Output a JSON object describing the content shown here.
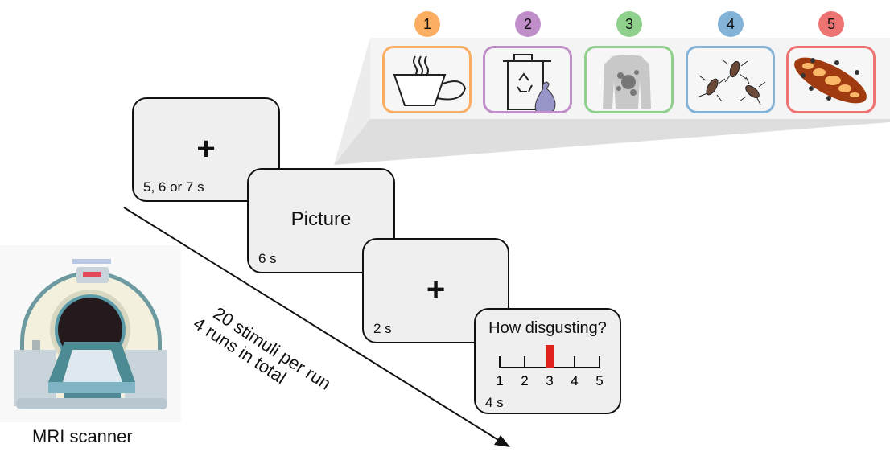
{
  "stimuli": [
    {
      "rank": "1",
      "name": "coffee-cup",
      "color": "#fbad61"
    },
    {
      "rank": "2",
      "name": "trash-bin",
      "color": "#c08fc9"
    },
    {
      "rank": "3",
      "name": "stained-shirt",
      "color": "#8fd08c"
    },
    {
      "rank": "4",
      "name": "cockroaches",
      "color": "#84b3d8"
    },
    {
      "rank": "5",
      "name": "bread-with-ants",
      "color": "#ee7474"
    }
  ],
  "screens": {
    "fixation1": {
      "symbol": "+",
      "duration": "5, 6 or 7 s"
    },
    "picture": {
      "label": "Picture",
      "duration": "6 s"
    },
    "fixation2": {
      "symbol": "+",
      "duration": "2 s"
    },
    "rating": {
      "question": "How disgusting?",
      "scale": [
        "1",
        "2",
        "3",
        "4",
        "5"
      ],
      "selected": 3,
      "duration": "4 s",
      "marker_color": "#e0201c"
    }
  },
  "timeline": {
    "line1": "20 stimuli per run",
    "line2": "4 runs in total"
  },
  "scanner": {
    "label": "MRI scanner"
  }
}
